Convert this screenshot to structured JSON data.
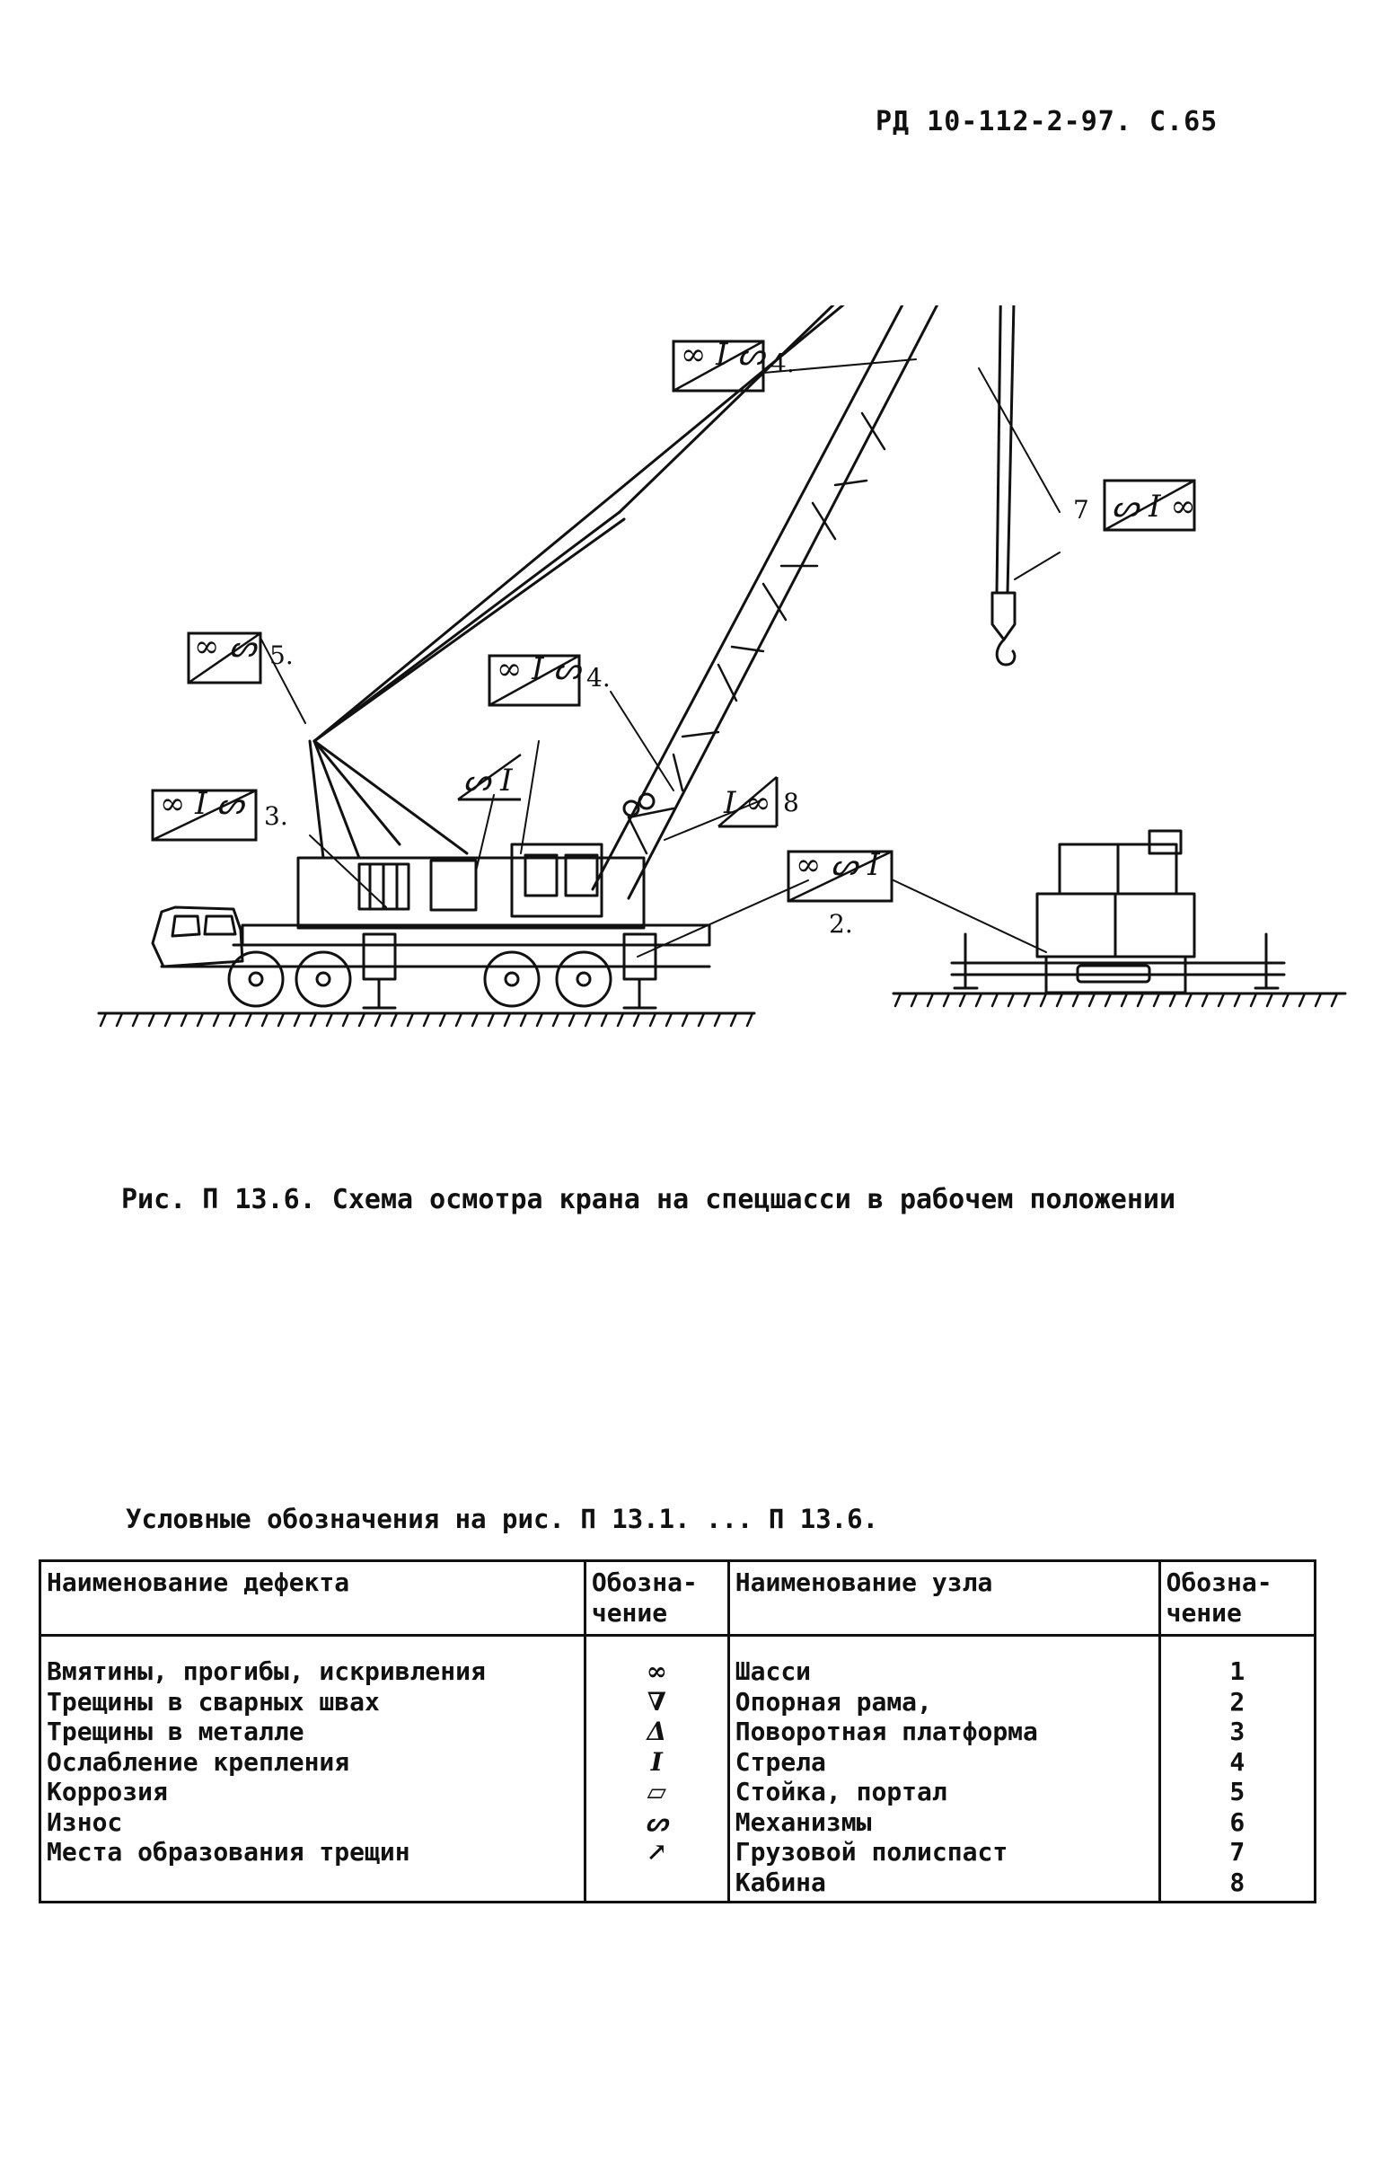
{
  "header": {
    "doc_ref": "РД 10-112-2-97. С.65"
  },
  "figure": {
    "caption": "Рис. П 13.6. Схема осмотра крана на спецшасси в рабочем положении",
    "callouts": [
      {
        "label": "4.",
        "symbols": [
          "∞",
          "I",
          "ᔕ"
        ]
      },
      {
        "label": "7",
        "symbols": [
          "ᔕ",
          "I",
          "∞"
        ]
      },
      {
        "label": "5.",
        "symbols": [
          "∞",
          "ᔕ"
        ]
      },
      {
        "label": "4.",
        "symbols": [
          "∞",
          "I",
          "ᔕ"
        ]
      },
      {
        "label": "",
        "symbols": [
          "ᔕ",
          "I"
        ]
      },
      {
        "label": "3.",
        "symbols": [
          "∞",
          "I",
          "ᔕ"
        ]
      },
      {
        "label": "8",
        "symbols": [
          "I",
          "∞"
        ]
      },
      {
        "label": "2.",
        "symbols": [
          "∞",
          "ᔕ",
          "I"
        ]
      }
    ]
  },
  "legend": {
    "title": "Условные обозначения на рис. П 13.1. ... П 13.6.",
    "headers": {
      "defect_name": "Наименование дефекта",
      "defect_symbol": "Обозна-чение",
      "node_name": "Наименование узла",
      "node_symbol": "Обозна-чение"
    },
    "defects": [
      {
        "name": "Вмятины, прогибы, искривления",
        "symbol": "∞"
      },
      {
        "name": "Трещины в сварных швах",
        "symbol": "∇"
      },
      {
        "name": "Трещины в металле",
        "symbol": "Δ"
      },
      {
        "name": "Ослабление крепления",
        "symbol": "I"
      },
      {
        "name": "Коррозия",
        "symbol": "▱"
      },
      {
        "name": "Износ",
        "symbol": "ᔕ"
      },
      {
        "name": "Места образования трещин",
        "symbol": "↗"
      }
    ],
    "nodes": [
      {
        "name": "Шасси",
        "number": "1"
      },
      {
        "name": "Опорная рама,",
        "number": "2"
      },
      {
        "name": "Поворотная платформа",
        "number": "3"
      },
      {
        "name": "Стрела",
        "number": "4"
      },
      {
        "name": "Стойка, портал",
        "number": "5"
      },
      {
        "name": "Механизмы",
        "number": "6"
      },
      {
        "name": "Грузовой полиспаст",
        "number": "7"
      },
      {
        "name": "Кабина",
        "number": "8"
      }
    ]
  }
}
